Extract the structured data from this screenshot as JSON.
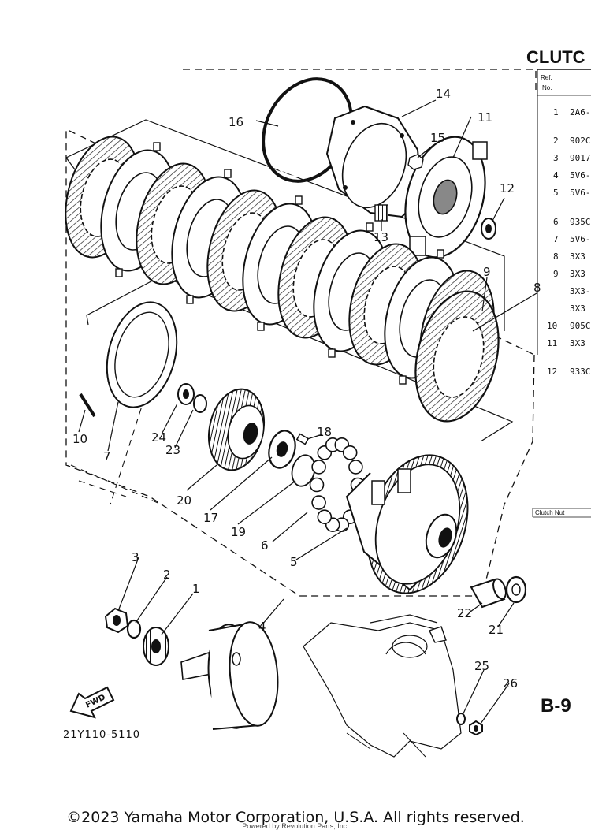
{
  "header": {
    "title": "CLUTC"
  },
  "table": {
    "head_ref": "Ref.",
    "head_no": "No.",
    "rows": [
      {
        "ref": "1",
        "part": "2A6-"
      },
      {
        "ref": "2",
        "part": "902C"
      },
      {
        "ref": "3",
        "part": "9017"
      },
      {
        "ref": "4",
        "part": "5V6-"
      },
      {
        "ref": "5",
        "part": "5V6-"
      },
      {
        "ref": "6",
        "part": "935C"
      },
      {
        "ref": "7",
        "part": "5V6-"
      },
      {
        "ref": "8",
        "part": "3X3"
      },
      {
        "ref": "9",
        "part": "3X3"
      },
      {
        "ref": "",
        "part": "3X3-"
      },
      {
        "ref": "",
        "part": "3X3"
      },
      {
        "ref": "10",
        "part": "905C"
      },
      {
        "ref": "11",
        "part": "3X3"
      },
      {
        "ref": "12",
        "part": "933C"
      }
    ],
    "note": "Clutch Nut"
  },
  "callouts": [
    "1",
    "2",
    "3",
    "4",
    "5",
    "6",
    "7",
    "8",
    "9",
    "10",
    "11",
    "12",
    "13",
    "14",
    "15",
    "16",
    "17",
    "18",
    "19",
    "20",
    "21",
    "22",
    "23",
    "24",
    "25",
    "26"
  ],
  "fwd_label": "FWD",
  "diagram_code": "21Y110-5110",
  "page_id": "B-9",
  "footer": {
    "copyright": "©2023 Yamaha Motor Corporation, U.S.A. All rights reserved.",
    "credit": "Powered by Revolution Parts, Inc."
  }
}
